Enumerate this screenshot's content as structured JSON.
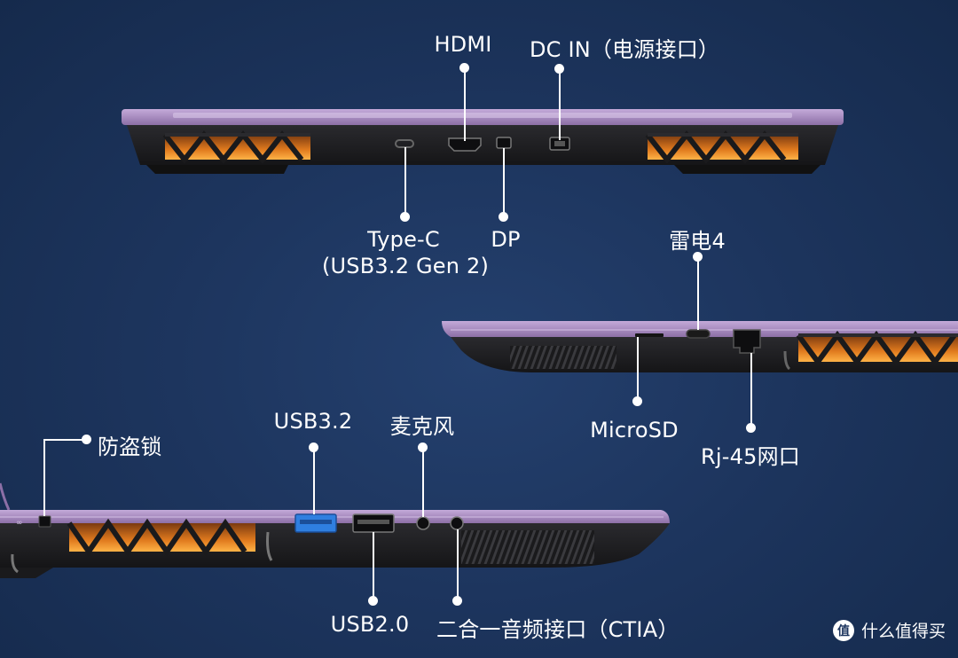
{
  "colors": {
    "background": "#1d355e",
    "chassis": "#9a7fb2",
    "port_panel": "#1c1c1f",
    "vent_glow": "#e07a1e",
    "usb32_port": "#2f7fe0",
    "label": "#ffffff"
  },
  "rear_view": {
    "labels": {
      "hdmi": "HDMI",
      "dc_in": "DC IN（电源接口）",
      "type_c": "Type-C",
      "type_c_spec": "(USB3.2 Gen 2)",
      "dp": "DP"
    }
  },
  "right_side_view": {
    "labels": {
      "thunderbolt": "雷电4",
      "microsd": "MicroSD",
      "rj45": "Rj-45网口"
    }
  },
  "left_side_view": {
    "labels": {
      "lock": "防盗锁",
      "usb32": "USB3.2",
      "microphone": "麦克风",
      "usb20": "USB2.0",
      "audio": "二合一音频接口（CTIA）"
    }
  },
  "watermark": {
    "badge": "值",
    "text": "什么值得买"
  },
  "icons": [
    "hdmi-port-icon",
    "dc-in-port-icon",
    "type-c-port-icon",
    "displayport-icon",
    "thunderbolt-port-icon",
    "microsd-slot-icon",
    "rj45-port-icon",
    "lock-slot-icon",
    "usb-a-port-icon",
    "microphone-jack-icon",
    "audio-jack-icon"
  ]
}
